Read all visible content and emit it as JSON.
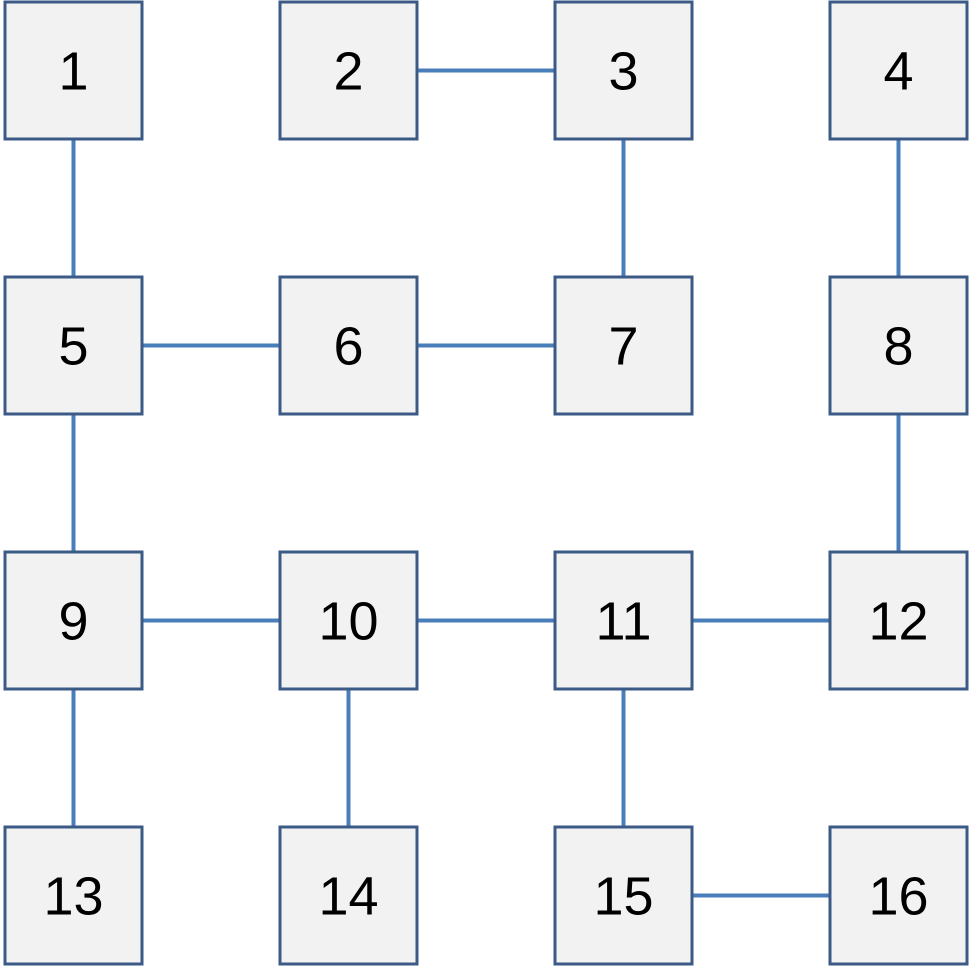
{
  "colors": {
    "node_fill": "#f2f2f2",
    "node_stroke": "#3b5a86",
    "edge": "#4a7ebb",
    "text": "#000000"
  },
  "nodes": [
    {
      "id": "1",
      "label": "1"
    },
    {
      "id": "2",
      "label": "2"
    },
    {
      "id": "3",
      "label": "3"
    },
    {
      "id": "4",
      "label": "4"
    },
    {
      "id": "5",
      "label": "5"
    },
    {
      "id": "6",
      "label": "6"
    },
    {
      "id": "7",
      "label": "7"
    },
    {
      "id": "8",
      "label": "8"
    },
    {
      "id": "9",
      "label": "9"
    },
    {
      "id": "10",
      "label": "10"
    },
    {
      "id": "11",
      "label": "11"
    },
    {
      "id": "12",
      "label": "12"
    },
    {
      "id": "13",
      "label": "13"
    },
    {
      "id": "14",
      "label": "14"
    },
    {
      "id": "15",
      "label": "15"
    },
    {
      "id": "16",
      "label": "16"
    }
  ],
  "edges": [
    [
      "1",
      "5"
    ],
    [
      "2",
      "3"
    ],
    [
      "3",
      "7"
    ],
    [
      "4",
      "8"
    ],
    [
      "5",
      "6"
    ],
    [
      "6",
      "7"
    ],
    [
      "5",
      "9"
    ],
    [
      "8",
      "12"
    ],
    [
      "9",
      "10"
    ],
    [
      "10",
      "11"
    ],
    [
      "11",
      "12"
    ],
    [
      "9",
      "13"
    ],
    [
      "10",
      "14"
    ],
    [
      "11",
      "15"
    ],
    [
      "15",
      "16"
    ]
  ]
}
